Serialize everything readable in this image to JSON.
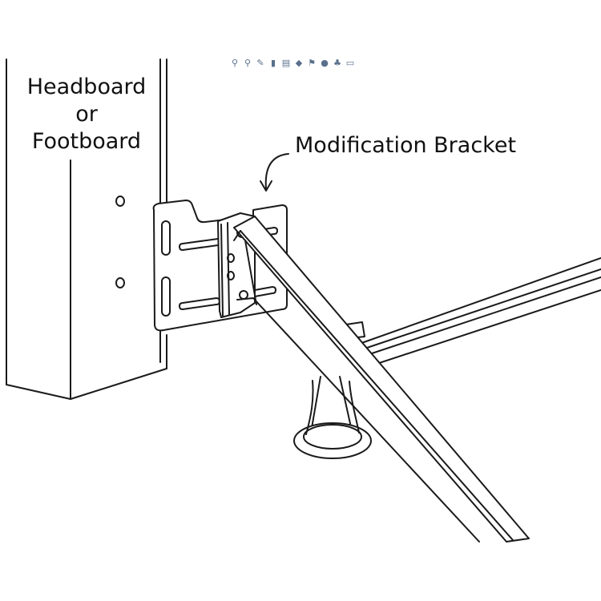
{
  "labels": {
    "headboard_line1": "Headboard",
    "headboard_line2": "or",
    "headboard_line3": "Footboard",
    "bracket": "Modification Bracket"
  },
  "toolbar": {
    "icons": [
      "zoom-in-icon",
      "zoom-out-icon",
      "pen-icon",
      "book-icon",
      "page-icon",
      "cube-icon",
      "pin-icon",
      "color-wheel-icon",
      "people-icon",
      "monitor-icon"
    ]
  },
  "colors": {
    "line": "#1a1a1a",
    "paper": "#ffffff",
    "toolbar": "#5a6f8c"
  }
}
